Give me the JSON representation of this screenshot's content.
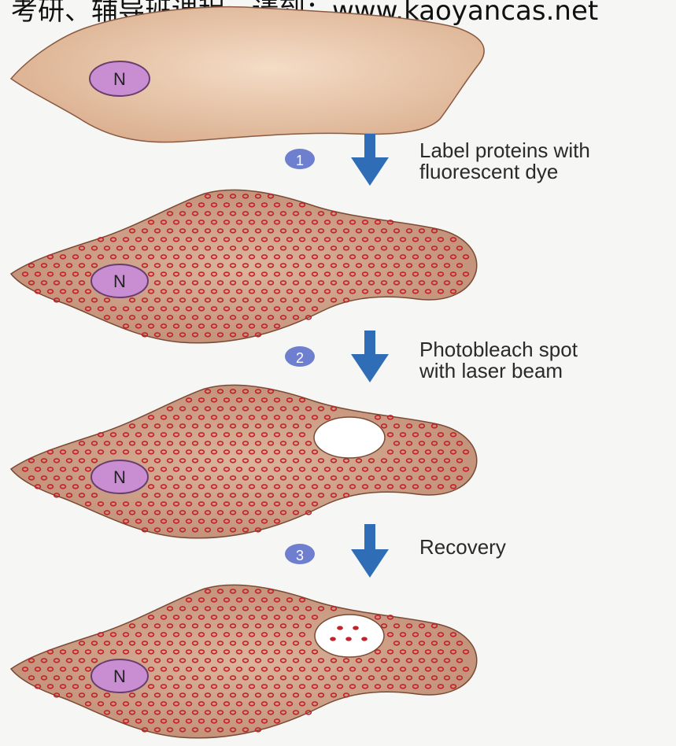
{
  "watermark": "考研、辅导班课程，请到：www.kaoyancas.net",
  "colors": {
    "cell_fill": "#c89a80",
    "cell_outline": "#7b4a34",
    "first_cell_fill": "#efcfb3",
    "nucleus_fill": "#c98ed1",
    "nucleus_outline": "#6a3d6f",
    "dot": "#c4222a",
    "arrow": "#2f6db6",
    "step_badge": "#6f7fcf"
  },
  "nucleus_label": "N",
  "steps": [
    {
      "number": "1",
      "line1": "Label proteins with",
      "line2": "fluorescent dye",
      "icon": "arrow-down-icon"
    },
    {
      "number": "2",
      "line1": "Photobleach spot",
      "line2": "with laser beam",
      "icon": "arrow-down-icon"
    },
    {
      "number": "3",
      "line1": "Recovery",
      "line2": "",
      "icon": "arrow-down-icon"
    }
  ],
  "stages": [
    {
      "name": "unlabeled-cell",
      "labeled": false,
      "bleached": false,
      "recovered": false
    },
    {
      "name": "labeled-cell",
      "labeled": true,
      "bleached": false,
      "recovered": false
    },
    {
      "name": "bleached-cell",
      "labeled": true,
      "bleached": true,
      "recovered": false
    },
    {
      "name": "recovered-cell",
      "labeled": true,
      "bleached": true,
      "recovered": true
    }
  ]
}
